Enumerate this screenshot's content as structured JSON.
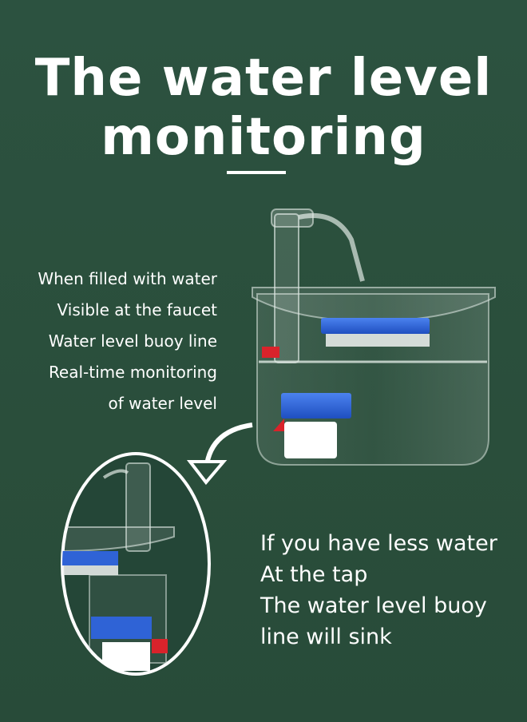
{
  "headline": {
    "line1": "The water level",
    "line2": "monitoring"
  },
  "full_water_notes": [
    "When filled with water",
    "Visible at the faucet",
    "Water level buoy line",
    "Real-time monitoring",
    "of water level"
  ],
  "low_water_notes": [
    "If you have less water",
    "At the tap",
    "The water level buoy",
    "line will sink"
  ],
  "colors": {
    "background": "#2b4f3c",
    "buoy": "#2f63d6",
    "indicator": "#d9232b",
    "text": "#ffffff"
  }
}
